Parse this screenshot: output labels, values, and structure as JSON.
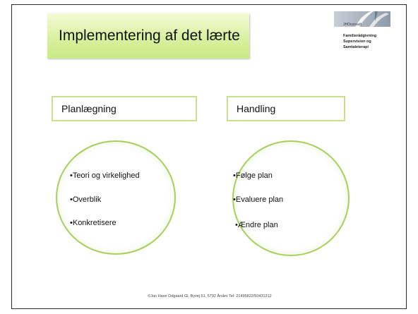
{
  "slide": {
    "title": "Implementering af det lærte",
    "logo": {
      "brand": "JHOconsult",
      "line1": "Familierådgivning",
      "line2": "Supervision og",
      "line3": "Samtaleterapi"
    },
    "left": {
      "header": "Planlægning",
      "items": [
        "•Teori og virkelighed",
        "•Overblik",
        "•Konkretisere"
      ]
    },
    "right": {
      "header": "Handling",
      "items": [
        "•Følge plan",
        "•Evaluere plan",
        "•Ændre plan"
      ]
    },
    "footer": "©Jan Have Odgaard Gl. Byvej 51, 5792 Årslev Tel: 21495822/50431312"
  },
  "colors": {
    "title_fill": "#d8f0a0",
    "header_border": "#c9e08a",
    "bubble_border": "#a7cf5a"
  }
}
